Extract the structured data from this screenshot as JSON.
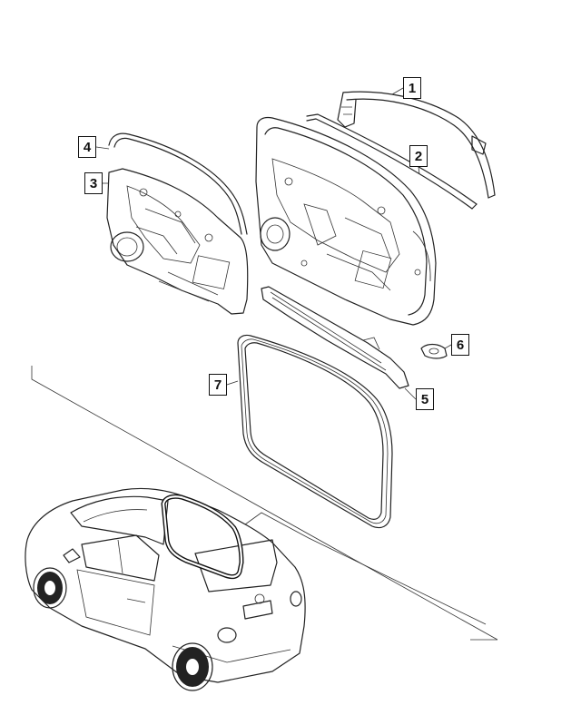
{
  "callouts": [
    {
      "id": "callout-1",
      "label": "1"
    },
    {
      "id": "callout-2",
      "label": "2"
    },
    {
      "id": "callout-3",
      "label": "3"
    },
    {
      "id": "callout-4",
      "label": "4"
    },
    {
      "id": "callout-5",
      "label": "5"
    },
    {
      "id": "callout-6",
      "label": "6"
    },
    {
      "id": "callout-7",
      "label": "7"
    }
  ]
}
